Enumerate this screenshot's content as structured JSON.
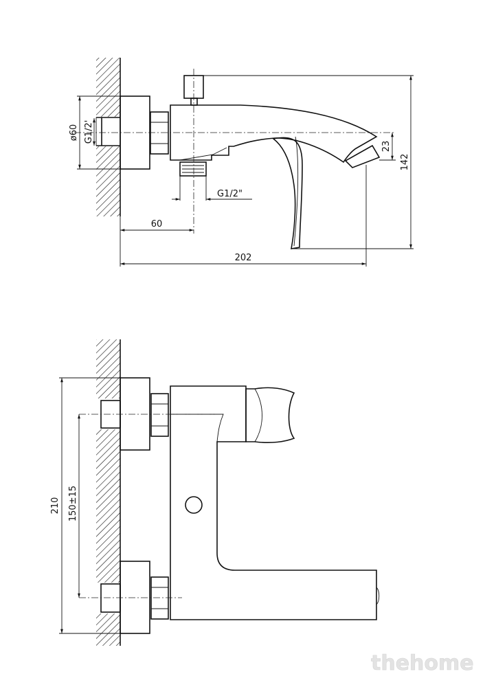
{
  "top_view": {
    "dims": {
      "flange_diameter": "ø60",
      "wall_thread": "G1/2'",
      "outlet_thread": "G1/2\"",
      "projection_to_outlet": "60",
      "total_length": "202",
      "spout_height": "23",
      "total_height": "142"
    }
  },
  "front_view": {
    "dims": {
      "total_height": "210",
      "center_distance": "150±15"
    }
  },
  "watermark": "thehome"
}
